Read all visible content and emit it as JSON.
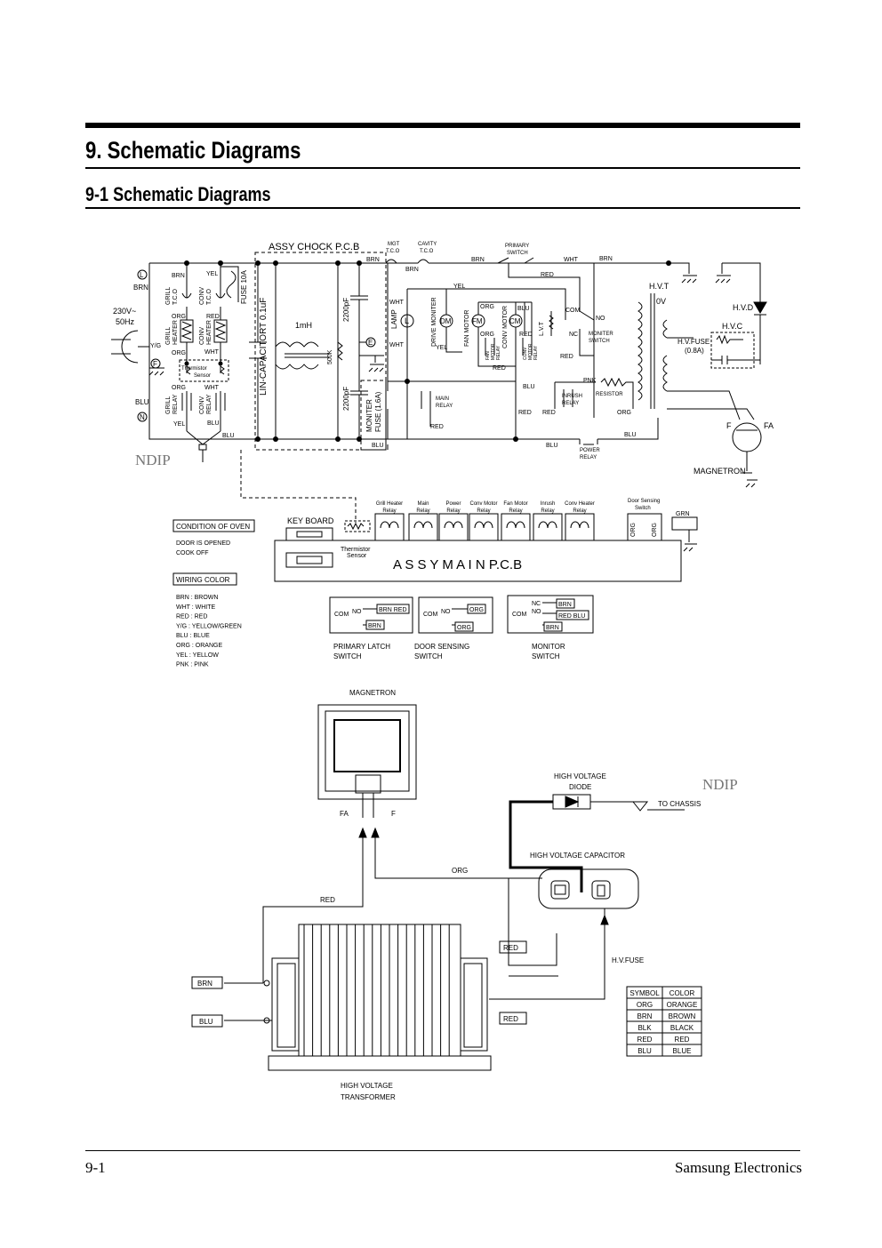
{
  "page": {
    "title": "9. Schematic Diagrams",
    "subtitle": "9-1 Schematic Diagrams",
    "page_number": "9-1",
    "company": "Samsung Electronics"
  },
  "watermark": "NDIP",
  "schematic": {
    "supply": [
      "230V~",
      "50Hz"
    ],
    "terminals": {
      "l": "L",
      "n": "N",
      "e": "E",
      "f": "F"
    },
    "wires": {
      "brn": "BRN",
      "wht": "WHT",
      "yel": "YEL",
      "org": "ORG",
      "red": "RED",
      "blu": "BLU",
      "pnk": "PNK",
      "grn": "GRN",
      "yg": "Y/G"
    },
    "assy_chock": "ASSY CHOCK P.C.B",
    "mgt_tco": [
      "MGT",
      "T.C.O"
    ],
    "cavity_tco": [
      "CAVITY",
      "T.C.O"
    ],
    "primary_switch": [
      "PRIMARY",
      "SWITCH"
    ],
    "grill_tco": [
      "GRILL",
      "T.C.O"
    ],
    "conv_tco": [
      "CONV",
      "T.C.O"
    ],
    "fuse10a": "FUSE 10A",
    "grill_heater": [
      "GRILL",
      "HEATER"
    ],
    "conv_heater": [
      "CONV",
      "HEATER"
    ],
    "thermistor": [
      "Thermistor",
      "Sensor"
    ],
    "grill_relay": [
      "GRILL",
      "RELAY"
    ],
    "conv_relay": [
      "CONV",
      "RELAY"
    ],
    "lin_cap": "LIN-CAPACITORT 0.1uF",
    "inductor": "1mH",
    "cap2200": "2200pF",
    "res500k": "500K",
    "monitor_fuse": [
      "MONITER",
      "FUSE (1.6A)"
    ],
    "lamp": "LAMP",
    "lamp_sym": "L",
    "drive_monitor": "DRIVE MONITER",
    "dm": "DM",
    "fan_motor": "FAN MOTOR",
    "fm": "FM",
    "conv_motor": "CONV MOTOR",
    "cm": "CM",
    "fan_motor_relay": [
      "FAN",
      "MOTOR",
      "RELAY"
    ],
    "conv_motor_relay": [
      "CONV",
      "MOTOR",
      "RELAY"
    ],
    "lvt": "L.V.T",
    "main_relay": [
      "MAIN",
      "RELAY"
    ],
    "com": "COM",
    "no": "NO",
    "nc": "NC",
    "monitor_switch": [
      "MONITER",
      "SWITCH"
    ],
    "inrush_relay": [
      "INRUSH",
      "RELAY"
    ],
    "resistor": "RESISTOR",
    "power_relay": [
      "POWER",
      "RELAY"
    ],
    "hvt": "H.V.T",
    "zero_v": "0V",
    "hvd": "H.V.D",
    "hvc": "H.V.C",
    "hv_fuse": [
      "H.V.FUSE",
      "(0.8A)"
    ],
    "f": "F",
    "fa": "FA",
    "magnetron": "MAGNETRON"
  },
  "pcb": {
    "relays": [
      [
        "Grill Heater",
        "Relay"
      ],
      [
        "Main",
        "Relay"
      ],
      [
        "Power",
        "Relay"
      ],
      [
        "Conv Motor",
        "Relay"
      ],
      [
        "Fan Motor",
        "Relay"
      ],
      [
        "Inrush",
        "Relay"
      ],
      [
        "Conv Heater",
        "Relay"
      ]
    ],
    "door_sensing": [
      "Door Sensing",
      "Switch"
    ],
    "keyboard": "KEY BOARD",
    "thermistor": [
      "Thermistor",
      "Sensor"
    ],
    "assy_main": "A S S Y   M A I N   P.C.B"
  },
  "condition": {
    "title": "CONDITION OF OVEN",
    "lines": [
      "DOOR IS OPENED",
      "COOK OFF"
    ]
  },
  "wiring_color": {
    "title": "WIRING COLOR",
    "lines": [
      "BRN : BROWN",
      "WHT : WHITE",
      "RED : RED",
      "Y/G : YELLOW/GREEN",
      "BLU : BLUE",
      "ORG : ORANGE",
      "YEL : YELLOW",
      "PNK : PINK"
    ]
  },
  "switches": {
    "primary": {
      "title": [
        "PRIMARY LATCH",
        "SWITCH"
      ],
      "com": "COM",
      "no": "NO",
      "no_wires": "BRN  RED",
      "com_wire": "BRN"
    },
    "door": {
      "title": [
        "DOOR SENSING",
        "SWITCH"
      ],
      "com": "COM",
      "no": "NO",
      "no_wire": "ORG",
      "com_wire": "ORG"
    },
    "monitor": {
      "title": [
        "MONITOR",
        "SWITCH"
      ],
      "com": "COM",
      "nc": "NC",
      "no": "NO",
      "nc_wire": "BRN",
      "no_wires": "RED  BLU",
      "com_wire": "BRN"
    }
  },
  "layout": {
    "magnetron": "MAGNETRON",
    "fa": "FA",
    "f": "F",
    "hv_diode": [
      "HIGH VOLTAGE",
      "DIODE"
    ],
    "to_chassis": "TO CHASSIS",
    "hv_capacitor": "HIGH VOLTAGE CAPACITOR",
    "org": "ORG",
    "red": "RED",
    "hv_fuse": "H.V.FUSE",
    "brn": "BRN",
    "blu": "BLU",
    "transformer": [
      "HIGH VOLTAGE",
      "TRANSFORMER"
    ]
  },
  "symbol_table": {
    "headers": [
      "SYMBOL",
      "COLOR"
    ],
    "rows": [
      [
        "ORG",
        "ORANGE"
      ],
      [
        "BRN",
        "BROWN"
      ],
      [
        "BLK",
        "BLACK"
      ],
      [
        "RED",
        "RED"
      ],
      [
        "BLU",
        "BLUE"
      ]
    ]
  }
}
